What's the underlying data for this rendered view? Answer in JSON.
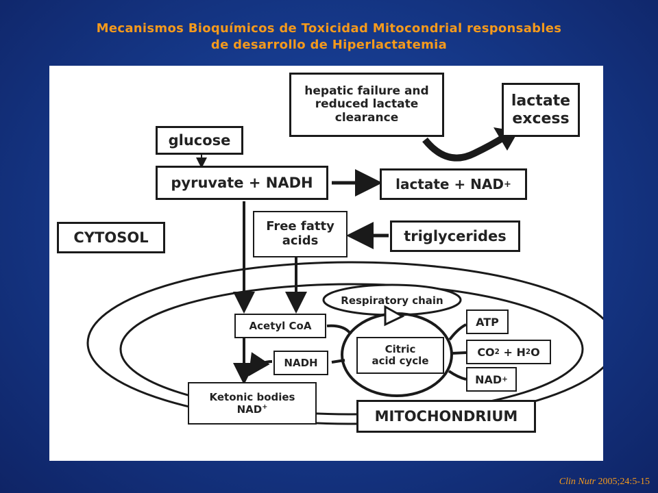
{
  "title": {
    "line1": "Mecanismos Bioquímicos de Toxicidad Mitocondrial responsables",
    "line2": "de desarrollo de Hiperlactatemia"
  },
  "nodes": {
    "hepatic_failure": "hepatic failure and\nreduced lactate\nclearance",
    "lactate_excess": "lactate\nexcess",
    "glucose": "glucose",
    "pyruvate_nadh": "pyruvate + NADH",
    "lactate_nad": "lactate + NAD",
    "cytosol": "CYTOSOL",
    "free_fatty_acids": "Free fatty\nacids",
    "triglycerides": "triglycerides",
    "respiratory_chain": "Respiratory chain",
    "acetyl_coa": "Acetyl CoA",
    "atp": "ATP",
    "citric_acid_cycle": "Citric\nacid cycle",
    "co2_h2o": {
      "a": "CO",
      "a_sub": "2",
      "b": " + H",
      "b_sub": "2",
      "c": "O"
    },
    "nadh": "NADH",
    "nad_plus": "NAD",
    "ketonic_bodies_line1": "Ketonic bodies",
    "ketonic_bodies_line2": "NAD",
    "mitochondrium": "MITOCHONDRIUM",
    "plus_sign": "+"
  },
  "citation": {
    "journal": "Clin Nutr",
    "ref": "2005;24:5-15"
  }
}
